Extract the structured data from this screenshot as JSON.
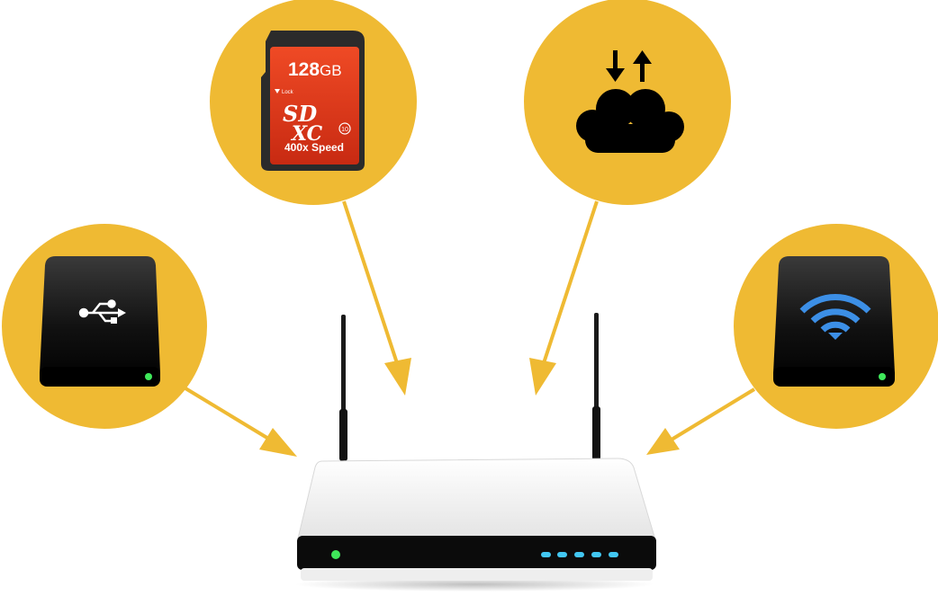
{
  "sd_card": {
    "capacity_number": "128",
    "capacity_unit": "GB",
    "lock_label": "Lock",
    "logo_top": "SD",
    "logo_bottom": "XC",
    "class_number": "10",
    "speed_label": "400x Speed"
  },
  "colors": {
    "circle": "#efba33",
    "arrow": "#efba33",
    "card_red": "#e03a1b",
    "wifi_blue": "#3c8fe6",
    "led_green": "#3fe85a",
    "led_blue": "#42c7f2"
  },
  "icons": {
    "usb_drive": "usb-drive-icon",
    "sd_card": "sd-card-icon",
    "cloud_transfer": "cloud-transfer-icon",
    "wifi_drive": "wifi-drive-icon",
    "router": "router-icon"
  }
}
